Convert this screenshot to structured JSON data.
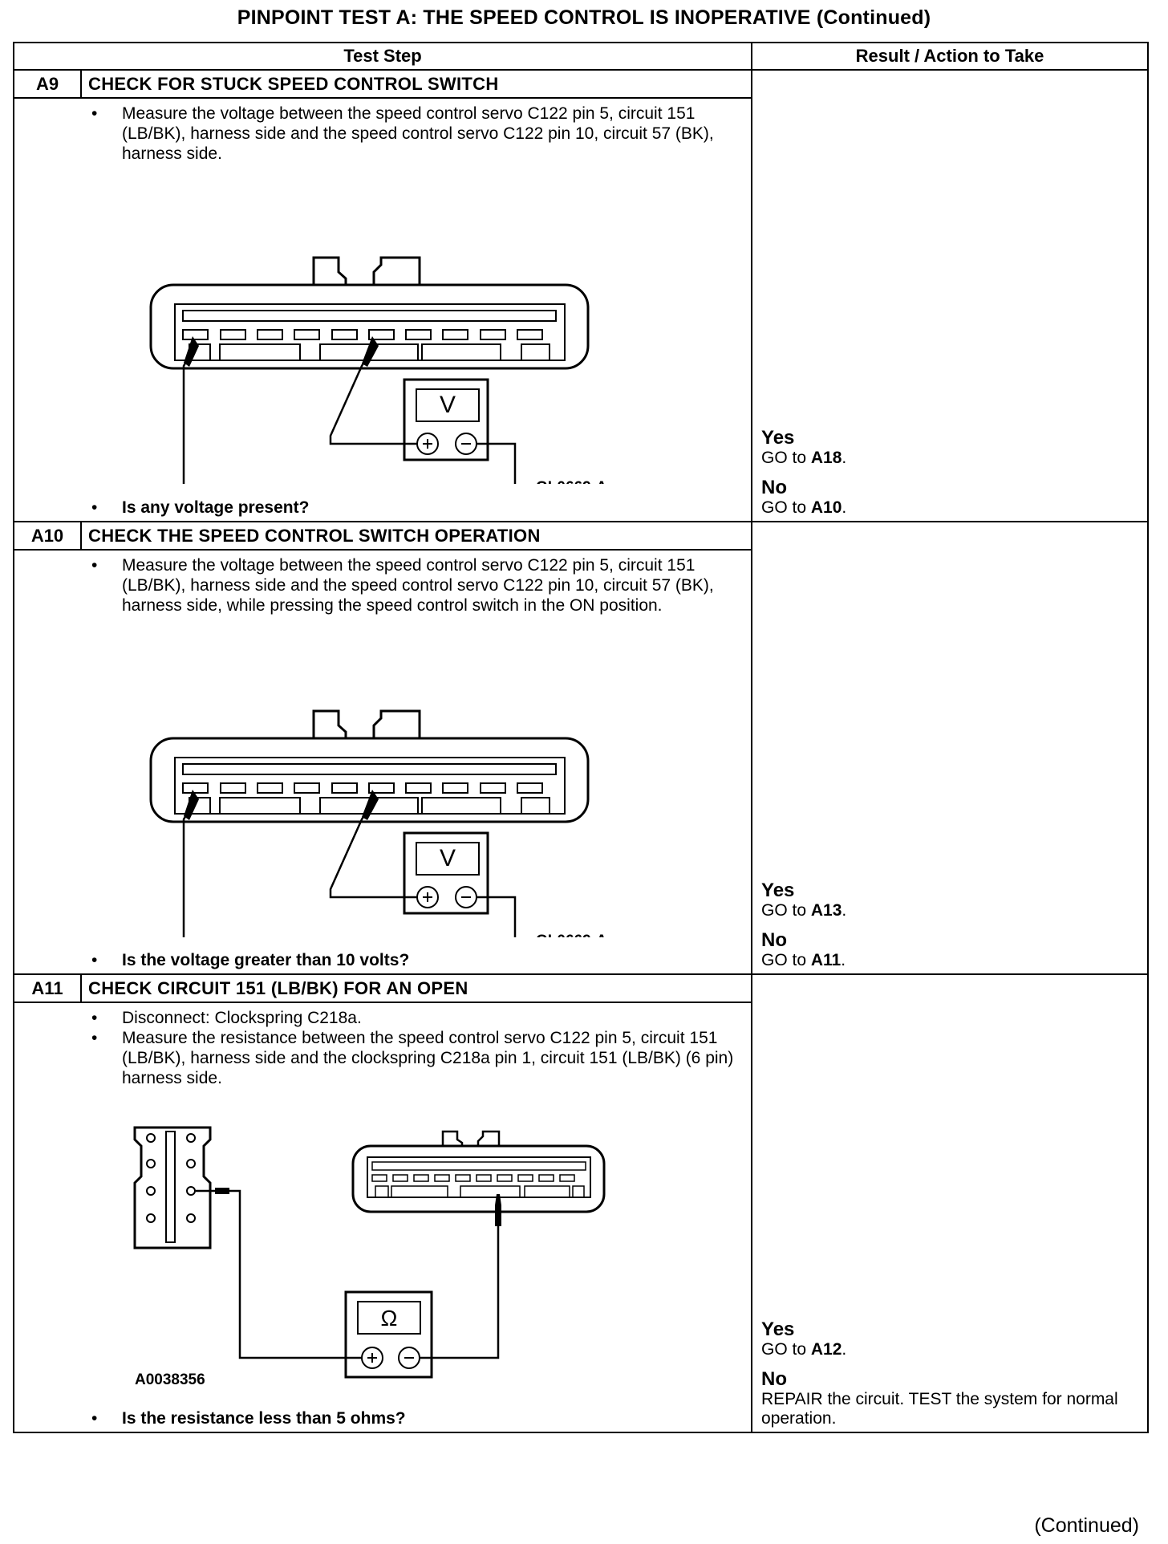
{
  "header": {
    "title": "PINPOINT TEST  A: THE SPEED CONTROL IS INOPERATIVE (Continued)"
  },
  "table": {
    "col_test_step": "Test Step",
    "col_result": "Result / Action to Take"
  },
  "steps": [
    {
      "id": "A9",
      "title": "CHECK FOR STUCK SPEED CONTROL SWITCH",
      "bullets": [
        "Measure the voltage between the speed control servo C122 pin 5, circuit 151 (LB/BK), harness side and the speed control servo C122 pin 10, circuit 57 (BK), harness side."
      ],
      "figure_id": "GL0669-A",
      "meter_symbol": "V",
      "question": "Is any voltage present?",
      "yes_label": "Yes",
      "yes_action_prefix": "GO to ",
      "yes_action_target": "A18",
      "yes_action_suffix": ".",
      "no_label": "No",
      "no_action_prefix": "GO to ",
      "no_action_target": "A10",
      "no_action_suffix": "."
    },
    {
      "id": "A10",
      "title": "CHECK THE SPEED CONTROL SWITCH OPERATION",
      "bullets": [
        "Measure the voltage between the speed control servo C122 pin 5, circuit 151 (LB/BK), harness side and the speed control servo C122 pin 10, circuit 57 (BK), harness side, while pressing the speed control switch in the ON position."
      ],
      "figure_id": "GL0669-A",
      "meter_symbol": "V",
      "question": "Is the voltage greater than 10 volts?",
      "yes_label": "Yes",
      "yes_action_prefix": "GO to ",
      "yes_action_target": "A13",
      "yes_action_suffix": ".",
      "no_label": "No",
      "no_action_prefix": "GO to ",
      "no_action_target": "A11",
      "no_action_suffix": "."
    },
    {
      "id": "A11",
      "title": "CHECK CIRCUIT 151 (LB/BK) FOR AN OPEN",
      "bullets": [
        "Disconnect: Clockspring C218a.",
        "Measure the resistance between the speed control servo C122 pin 5, circuit 151 (LB/BK), harness side and the clockspring C218a pin 1, circuit 151 (LB/BK) (6 pin) harness side."
      ],
      "figure_id": "A0038356",
      "meter_symbol": "Ω",
      "question": "Is the resistance less than 5 ohms?",
      "yes_label": "Yes",
      "yes_action_prefix": "GO to ",
      "yes_action_target": "A12",
      "yes_action_suffix": ".",
      "no_label": "No",
      "no_action_text": "REPAIR the circuit. TEST the system for normal operation."
    }
  ],
  "footer": {
    "continued": "(Continued)"
  }
}
